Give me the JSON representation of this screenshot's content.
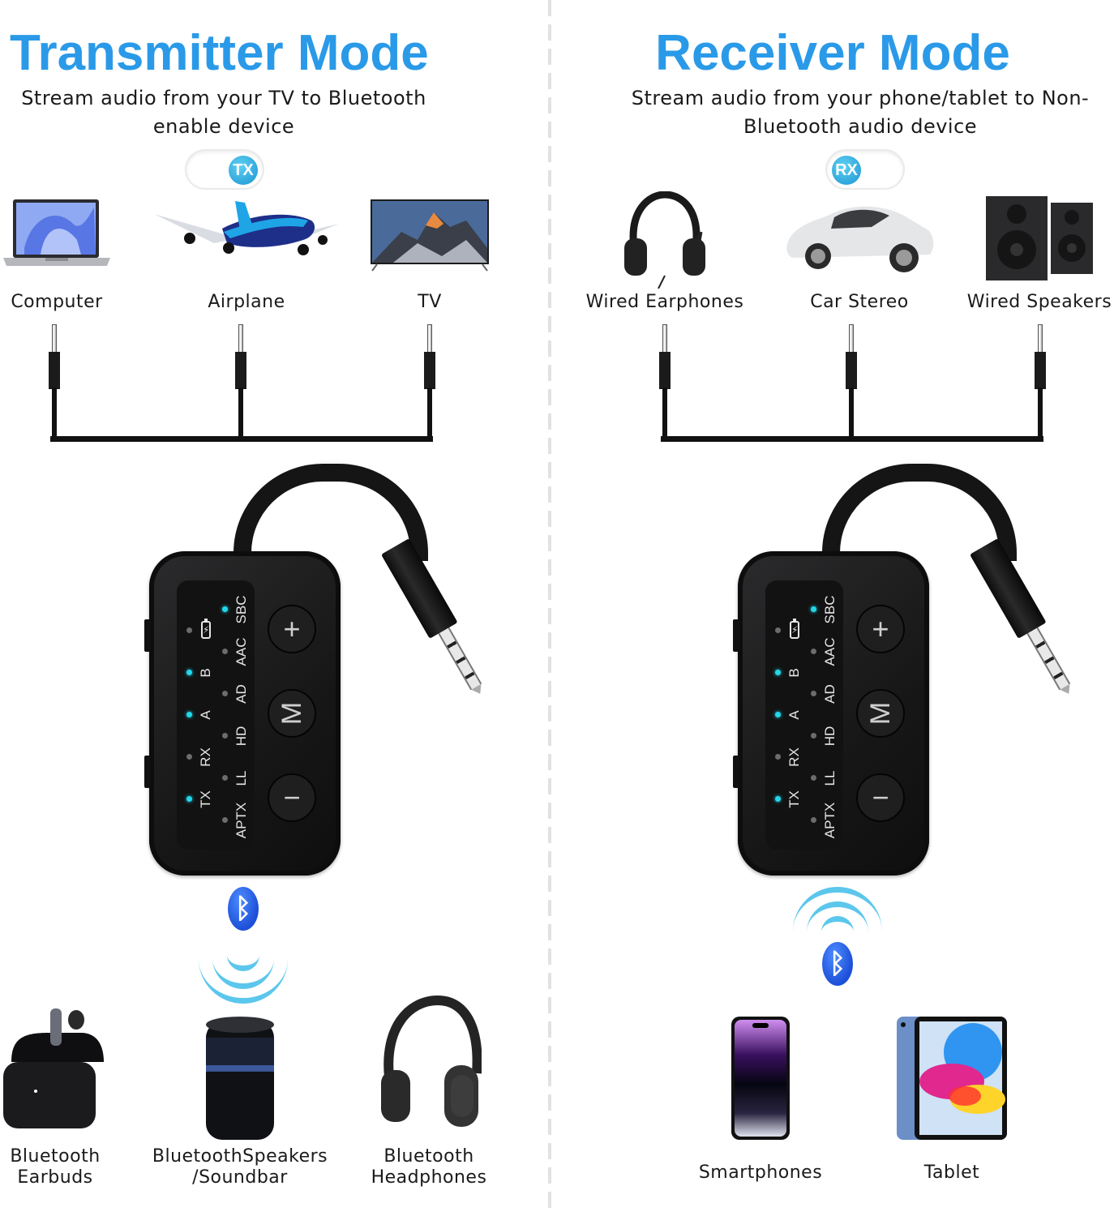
{
  "colors": {
    "title_blue": "#2a9ae8",
    "led_on": "#23d7ea",
    "led_off": "#6c6c6c",
    "bluetooth_blue": "#1d4fd8",
    "wave_cyan": "#5cc7ec",
    "divider": "#e2e2e2"
  },
  "transmitter": {
    "title": "Transmitter Mode",
    "subtitle_line1": "Stream audio from your TV to Bluetooth",
    "subtitle_line2": "enable device",
    "toggle": {
      "label": "TX",
      "position": "right"
    },
    "sources": [
      {
        "label": "Computer",
        "icon": "laptop-icon"
      },
      {
        "label": "Airplane",
        "icon": "airplane-icon"
      },
      {
        "label": "TV",
        "icon": "tv-icon"
      }
    ],
    "targets": [
      {
        "label_line1": "Bluetooth",
        "label_line2": "Earbuds",
        "icon": "earbuds-icon"
      },
      {
        "label_line1": "BluetoothSpeakers",
        "label_line2": "/Soundbar",
        "icon": "speaker-icon"
      },
      {
        "label_line1": "Bluetooth",
        "label_line2": "Headphones",
        "icon": "headphones-icon"
      }
    ],
    "signal": {
      "bluetooth_symbol": "ᛒ",
      "order": "bluetooth-then-waves"
    }
  },
  "receiver": {
    "title": "Receiver Mode",
    "subtitle_line1": "Stream audio from your phone/tablet to Non-",
    "subtitle_line2": "Bluetooth audio device",
    "toggle": {
      "label": "RX",
      "position": "left"
    },
    "sources": [
      {
        "label": "Wired Earphones",
        "icon": "wired-headset-icon"
      },
      {
        "label": "Car Stereo",
        "icon": "car-icon"
      },
      {
        "label": "Wired Speakers",
        "icon": "bookshelf-speakers-icon"
      }
    ],
    "targets": [
      {
        "label": "Smartphones",
        "icon": "smartphone-icon"
      },
      {
        "label": "Tablet",
        "icon": "tablet-icon"
      }
    ],
    "signal": {
      "bluetooth_symbol": "ᛒ",
      "order": "waves-then-bluetooth"
    }
  },
  "device": {
    "left_leds": [
      {
        "label": "battery",
        "on": false
      },
      {
        "label": "B",
        "on": true
      },
      {
        "label": "A",
        "on": true
      },
      {
        "label": "RX",
        "on": false
      },
      {
        "label": "TX",
        "on": true
      }
    ],
    "right_leds": [
      {
        "label": "SBC",
        "on": true
      },
      {
        "label": "AAC",
        "on": false
      },
      {
        "label": "AD",
        "on": false
      },
      {
        "label": "HD",
        "on": false
      },
      {
        "label": "LL",
        "on": false
      },
      {
        "label": "APTX",
        "on": false
      }
    ],
    "buttons": {
      "plus": "+",
      "mode": "M",
      "minus": "−"
    },
    "battery_glyph": "⚡"
  }
}
